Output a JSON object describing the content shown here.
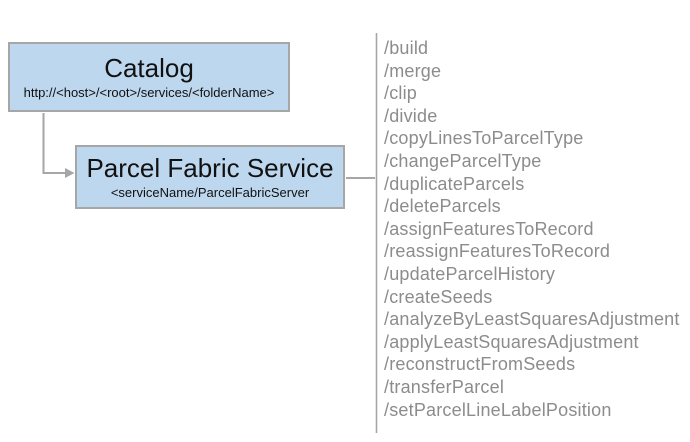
{
  "colors": {
    "box_fill": "#BDD7EE",
    "box_border": "#A6A6A6",
    "connector": "#A6A6A6",
    "divider": "#A6A6A6",
    "endpoint_text": "#8C8C8C",
    "title_text": "#111111",
    "page_bg": "#FFFFFF"
  },
  "catalog_box": {
    "title": "Catalog",
    "subtitle": "http://<host>/<root>/services/<folderName>"
  },
  "service_box": {
    "title": "Parcel Fabric Service",
    "subtitle": "<serviceName/ParcelFabricServer"
  },
  "endpoints": [
    "/build",
    "/merge",
    "/clip",
    "/divide",
    "/copyLinesToParcelType",
    "/changeParcelType",
    "/duplicateParcels",
    "/deleteParcels",
    "/assignFeaturesToRecord",
    "/reassignFeaturesToRecord",
    "/updateParcelHistory",
    "/createSeeds",
    "/analyzeByLeastSquaresAdjustment",
    "/applyLeastSquaresAdjustment",
    "/reconstructFromSeeds",
    "/transferParcel",
    "/setParcelLineLabelPosition"
  ]
}
